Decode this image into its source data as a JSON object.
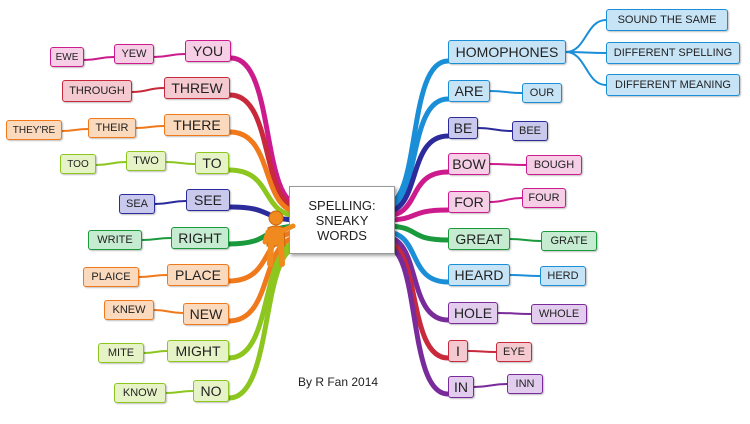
{
  "central": {
    "lines": [
      "SPELLING:",
      "SNEAKY",
      "WORDS"
    ]
  },
  "credit": "By R Fan 2014",
  "colors": {
    "magenta": "#cc1b8c",
    "red": "#c8293b",
    "orange": "#f0791c",
    "lime": "#8cc61e",
    "navy": "#2b2b9c",
    "green": "#1a9a3c",
    "purple": "#7a2b9b",
    "blue": "#1a8ed6"
  },
  "nodes": {
    "you": "YOU",
    "yew": "YEW",
    "ewe": "EWE",
    "threw": "THREW",
    "through": "THROUGH",
    "there": "THERE",
    "their": "THEIR",
    "theyre": "THEY'RE",
    "to": "TO",
    "two": "TWO",
    "too": "TOO",
    "see": "SEE",
    "sea": "SEA",
    "right": "RIGHT",
    "write": "WRITE",
    "place": "PLACE",
    "plaice": "PLAICE",
    "new": "NEW",
    "knew": "KNEW",
    "might": "MIGHT",
    "mite": "MITE",
    "no": "NO",
    "know": "KNOW",
    "homophones": "HOMOPHONES",
    "sound_same": "SOUND THE SAME",
    "diff_spelling": "DIFFERENT SPELLING",
    "diff_meaning": "DIFFERENT MEANING",
    "are": "ARE",
    "our": "OUR",
    "be": "BE",
    "bee": "BEE",
    "bow": "BOW",
    "bough": "BOUGH",
    "for": "FOR",
    "four": "FOUR",
    "great": "GREAT",
    "grate": "GRATE",
    "heard": "HEARD",
    "herd": "HERD",
    "hole": "HOLE",
    "whole": "WHOLE",
    "i": "I",
    "eye": "EYE",
    "in": "IN",
    "inn": "INN"
  }
}
